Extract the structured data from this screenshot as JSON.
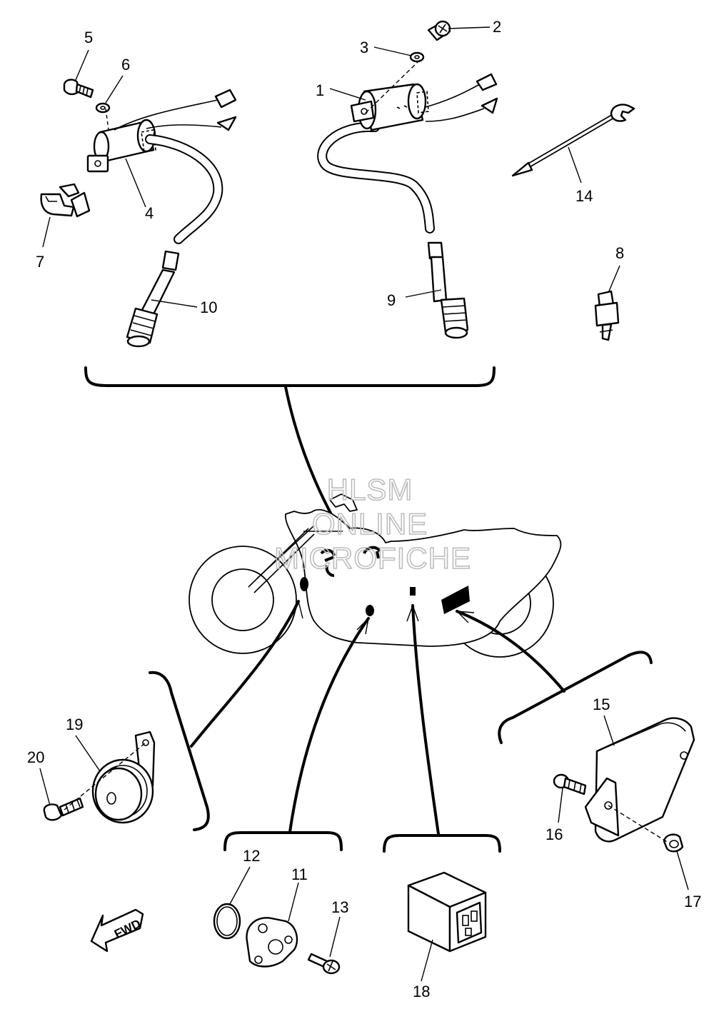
{
  "watermark": {
    "line1": "HLSM",
    "line2": "ONLINE",
    "line3": "MICROFICHE"
  },
  "fwd_label": "FWD",
  "callouts": [
    "1",
    "2",
    "3",
    "4",
    "5",
    "6",
    "7",
    "8",
    "9",
    "10",
    "11",
    "12",
    "13",
    "14",
    "15",
    "16",
    "17",
    "18",
    "19",
    "20"
  ],
  "colors": {
    "ink": "#000000",
    "watermark": "#bdbdbd",
    "paper": "#ffffff"
  }
}
